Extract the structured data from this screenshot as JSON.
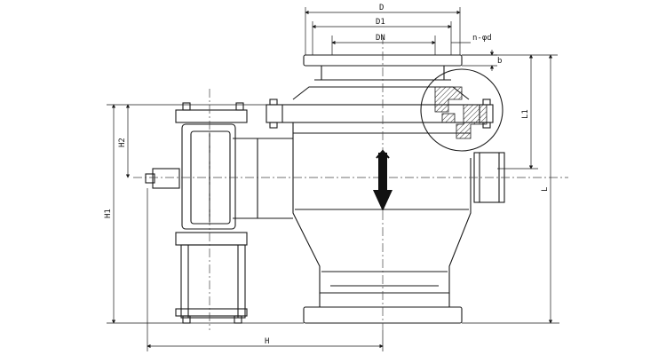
{
  "drawing": {
    "labels": {
      "D": "D",
      "D1": "D1",
      "DN": "DN",
      "n_phi_d": "n-φd",
      "b": "b",
      "L1": "L1",
      "L": "L",
      "H1": "H1",
      "H2": "H2",
      "H": "H"
    },
    "colors": {
      "line": "#1a1a1a",
      "center_line": "#444444",
      "arrow": "#111111",
      "hatch": "#333333"
    }
  }
}
